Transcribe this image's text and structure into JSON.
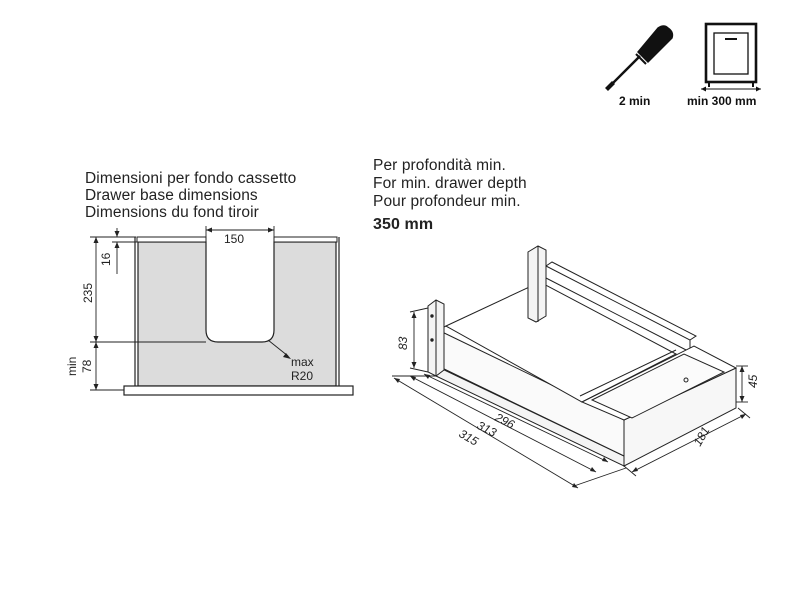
{
  "icons": {
    "screwdriver_label": "2 min",
    "cabinet_label": "min 300 mm"
  },
  "left_caption": {
    "line1": "Dimensioni per fondo cassetto",
    "line2": "Drawer base dimensions",
    "line3": "Dimensions du fond tiroir"
  },
  "right_caption": {
    "line1": "Per profondità min.",
    "line2": "For min. drawer depth",
    "line3": "Pour profondeur min.",
    "depth_value": "350 mm"
  },
  "base_dims": {
    "cutout_width": "150",
    "top_offset": "16",
    "cutout_depth": "235",
    "min_label": "min",
    "min_value": "78",
    "radius_label_1": "max",
    "radius_label_2": "R20"
  },
  "tray_dims": {
    "height": "83",
    "side_height": "45",
    "width": "181",
    "len_inner": "296",
    "len_mid": "313",
    "len_outer": "315"
  },
  "colors": {
    "base_fill": "#dcdcdc",
    "line": "#222222"
  }
}
